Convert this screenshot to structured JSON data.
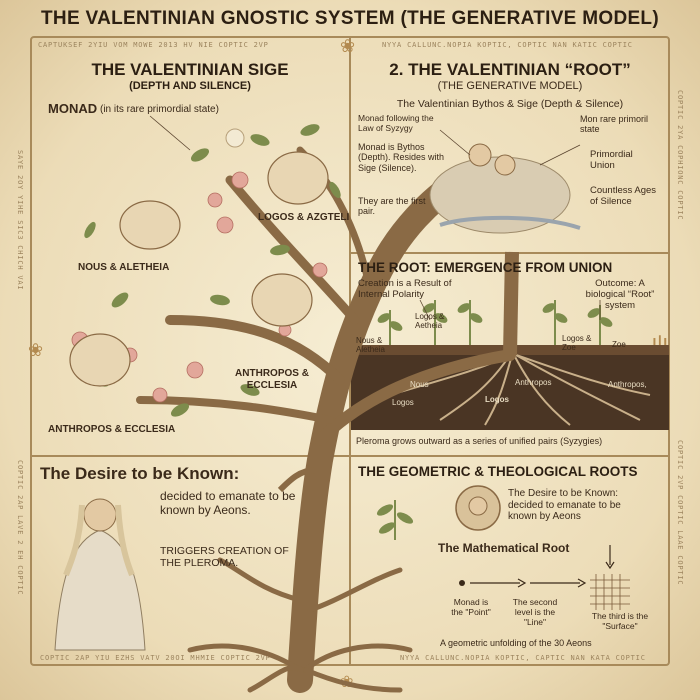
{
  "main_title": "THE VALENTINIAN GNOSTIC SYSTEM (THE GENERATIVE MODEL)",
  "border_text": {
    "top_left": "CAPTUKSEF 2YIU VOM MOWE 2013 HV NIE COPTIC 2VP",
    "top_right": "NYYA CALLUNC.NOPIA KOPTIC, COPTIC NAN KATIC COPTIC",
    "bottom_left": "COPTIC 2AP YIU EZHS VATV 20OI MHMIE COPTIC 2VP",
    "bottom_right": "NYYA CALLUNC.NOPIA KOPTIC, CAPTIC NAN KATA COPTIC",
    "left_side": "COPTIC 2AP LAVE 2 EH COPTIC",
    "right_side": "COPTIC 2VP COPTIC LAAE COPTIC",
    "left_lower": "SAYE 2OY YIHE SIC3 CHICH VAI",
    "right_lower": "COPTIC 2YA COPHIONC COPTIC"
  },
  "panel_sige": {
    "title": "THE VALENTINIAN SIGE",
    "subtitle": "(DEPTH AND SILENCE)",
    "monad_label": "MONAD",
    "monad_note": "(in its rare primordial state)",
    "labels": {
      "nous": "NOUS & ALETHEIA",
      "logos": "LOGOS & AZGTELI",
      "anthropos_right": "ANTHROPOS & ECCLESIA",
      "anthropos_bottom": "ANTHROPOS & ECCLESIA"
    }
  },
  "panel_root": {
    "title": "2. THE VALENTINIAN “ROOT”",
    "subtitle": "(THE GENERATIVE MODEL)",
    "bythos_heading": "The Valentinian Bythos & Sige (Depth & Silence)",
    "left_notes": {
      "law": "Monad following the Law of Syzygy",
      "bythos": "Monad is Bythos (Depth). Resides with Sige (Silence).",
      "pair": "They are the first pair."
    },
    "right_notes": {
      "rare": "Mon rare primoril state",
      "union": "Primordial Union",
      "ages": "Countless Ages of Silence"
    }
  },
  "panel_emergence": {
    "title": "THE ROOT: EMERGENCE FROM UNION",
    "creation_note": "Creation is a Result of Internal Polarity",
    "outcome_note": "Outcome: A biological “Root” system",
    "sprouts": {
      "nous": "Nous & Aletheia",
      "logos_aetheia": "Logos & Aetheia",
      "logos_zoe": "Logos & Zoe",
      "zoe": "Zoe"
    },
    "roots": {
      "nous": "Nous",
      "logos": "Logos",
      "logos_mid": "Logos",
      "anthropos": "Anthropos",
      "anthropos_right": "Anthropos,"
    },
    "footer": "Pleroma grows outward as a series of unified pairs (Syzygies)"
  },
  "panel_desire": {
    "title": "The Desire to be Known:",
    "body": "decided to emanate to be known by Aeons.",
    "trigger": "TRIGGERS CREATION OF THE PLEROMA."
  },
  "panel_geometric": {
    "title": "THE GEOMETRIC & THEOLOGICAL ROOTS",
    "desire_note": "The Desire to be Known: decided to emanate to be known by Aeons",
    "math_root": "The Mathematical Root",
    "point": "Monad is the \"Point\"",
    "line": "The second level is the \"Line\"",
    "surface": "The third is the \"Surface\"",
    "footer": "A geometric unfolding of the 30 Aeons"
  },
  "colors": {
    "parchment": "#efe3c4",
    "ink": "#2c1f12",
    "trunk": "#8a6a45",
    "leaf": "#7d8c4c",
    "blossom": "#e2a79a",
    "soil": "#4a3524",
    "frame": "#a88a5a"
  }
}
